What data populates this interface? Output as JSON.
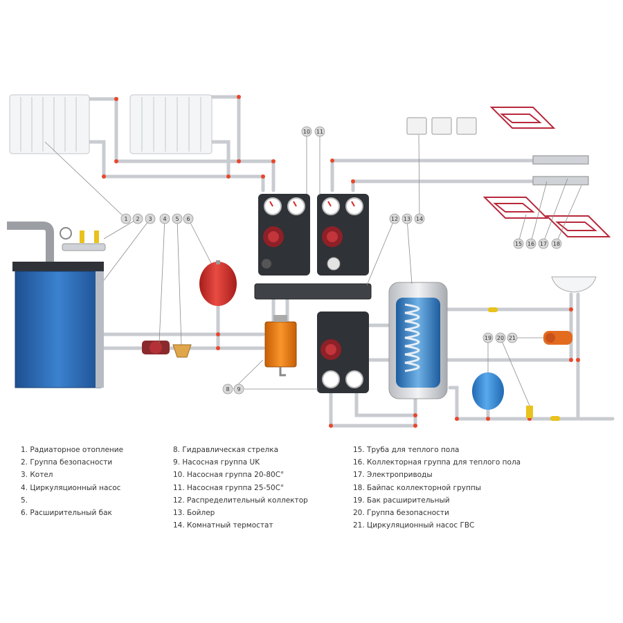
{
  "callouts": [
    "1",
    "2",
    "3",
    "4",
    "5",
    "6",
    "8",
    "9",
    "10",
    "11",
    "12",
    "13",
    "14",
    "15",
    "16",
    "17",
    "18",
    "19",
    "20",
    "21"
  ],
  "legend": {
    "col1": [
      "1. Радиаторное отопление",
      "2. Группа безопасности",
      "3. Котел",
      "4. Циркуляционный насос",
      "5.",
      "6. Расширительный бак"
    ],
    "col2": [
      "8. Гидравлическая стрелка",
      "9. Насосная группа UK",
      "10. Насосная группа 20-80С°",
      "11. Насосная группа 25-50С°",
      "12. Распределительный коллектор",
      "13. Бойлер",
      "14. Комнатный термостат"
    ],
    "col3": [
      "15. Труба для теплого пола",
      "16. Коллекторная группа для теплого пола",
      "17. Электроприводы",
      "18. Байпас коллекторной группы",
      "19. Бак расширительный",
      "20. Группа безопасности",
      "21. Циркуляционный насос ГВС"
    ]
  },
  "colors": {
    "pipe": "#c8cbd0",
    "pipe_joint": "#e8472b",
    "boiler": "#2f6fb8",
    "tank_red": "#d9302b",
    "tank_blue": "#3a8fd8",
    "arrow": "#e8a321",
    "pump_body": "#3a3a3a",
    "floor_loop": "#b8283a"
  }
}
